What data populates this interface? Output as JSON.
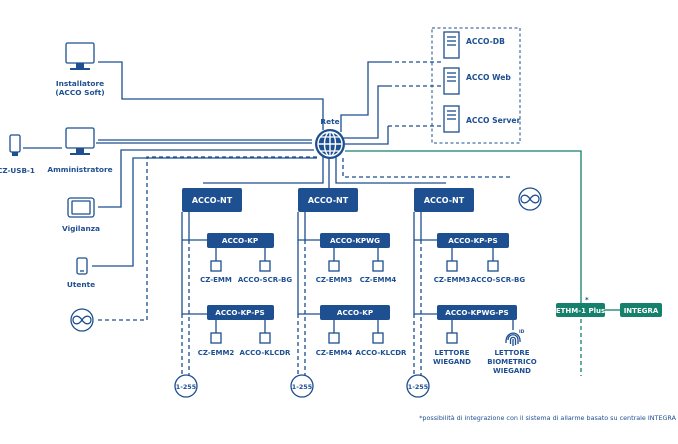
{
  "colors": {
    "primary": "#1d4f91",
    "accent_green": "#15806b",
    "background": "#ffffff"
  },
  "network": {
    "label": "Rete",
    "icon": "globe-icon"
  },
  "servers": [
    {
      "label": "ACCO-DB",
      "icon": "server-icon"
    },
    {
      "label": "ACCO Web",
      "icon": "server-icon"
    },
    {
      "label": "ACCO Server",
      "icon": "server-icon"
    }
  ],
  "clients": {
    "installatore": {
      "line1": "Installatore",
      "line2": "(ACCO Soft)",
      "icon": "monitor-icon"
    },
    "amministratore": {
      "label": "Amministratore",
      "icon": "monitor-icon"
    },
    "usb": {
      "label": "CZ-USB-1",
      "icon": "usb-key-icon"
    },
    "vigilanza": {
      "label": "Vigilanza",
      "icon": "tablet-icon"
    },
    "utente": {
      "label": "Utente",
      "icon": "smartphone-icon"
    }
  },
  "internet_icon": "infinity-icon",
  "controllers": [
    {
      "label": "ACCO-NT",
      "modules": [
        {
          "label": "ACCO-KP",
          "devices": [
            "CZ-EMM",
            "ACCO-SCR-BG"
          ]
        },
        {
          "label": "ACCO-KP-PS",
          "devices": [
            "CZ-EMM2",
            "ACCO-KLCDR"
          ]
        }
      ],
      "range": "1-255"
    },
    {
      "label": "ACCO-NT",
      "modules": [
        {
          "label": "ACCO-KPWG",
          "devices": [
            "CZ-EMM3",
            "CZ-EMM4"
          ]
        },
        {
          "label": "ACCO-KP",
          "devices": [
            "CZ-EMM4",
            "ACCO-KLCDR"
          ]
        }
      ],
      "range": "1-255"
    },
    {
      "label": "ACCO-NT",
      "modules": [
        {
          "label": "ACCO-KP-PS",
          "devices": [
            "CZ-EMM3",
            "ACCO-SCR-BG"
          ]
        },
        {
          "label": "ACCO-KPWG-PS",
          "devices": [
            "LETTORE WIEGAND",
            "LETTORE BIOMETRICO WIEGAND"
          ]
        }
      ],
      "range": "1-255"
    }
  ],
  "reader_lines": {
    "wiegand": [
      "LETTORE",
      "WIEGAND"
    ],
    "bio": [
      "LETTORE",
      "BIOMETRICO",
      "WIEGAND"
    ],
    "bio_badge": "ID"
  },
  "integration": {
    "ethm": "ETHM-1 Plus",
    "ethm_mark": "*",
    "integra": "INTEGRA"
  },
  "footnote": "*possibilità di integrazione con il sistema di allarme basato su centrale INTEGRA"
}
